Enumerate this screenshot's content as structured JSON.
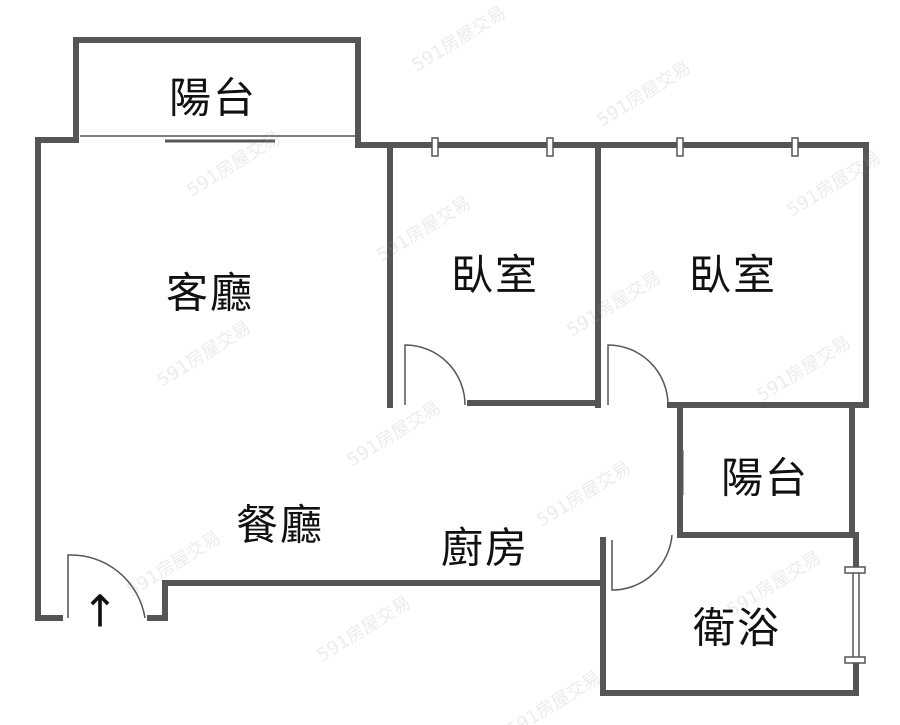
{
  "rooms": {
    "balcony_top": "陽台",
    "living_room": "客廳",
    "bedroom_1": "臥室",
    "bedroom_2": "臥室",
    "balcony_right": "陽台",
    "dining_room": "餐廳",
    "kitchen": "廚房",
    "bathroom": "衛浴"
  },
  "watermark": "591房屋交易",
  "entrance_arrow": "↑",
  "colors": {
    "wall": "#555555",
    "text": "#111111"
  }
}
